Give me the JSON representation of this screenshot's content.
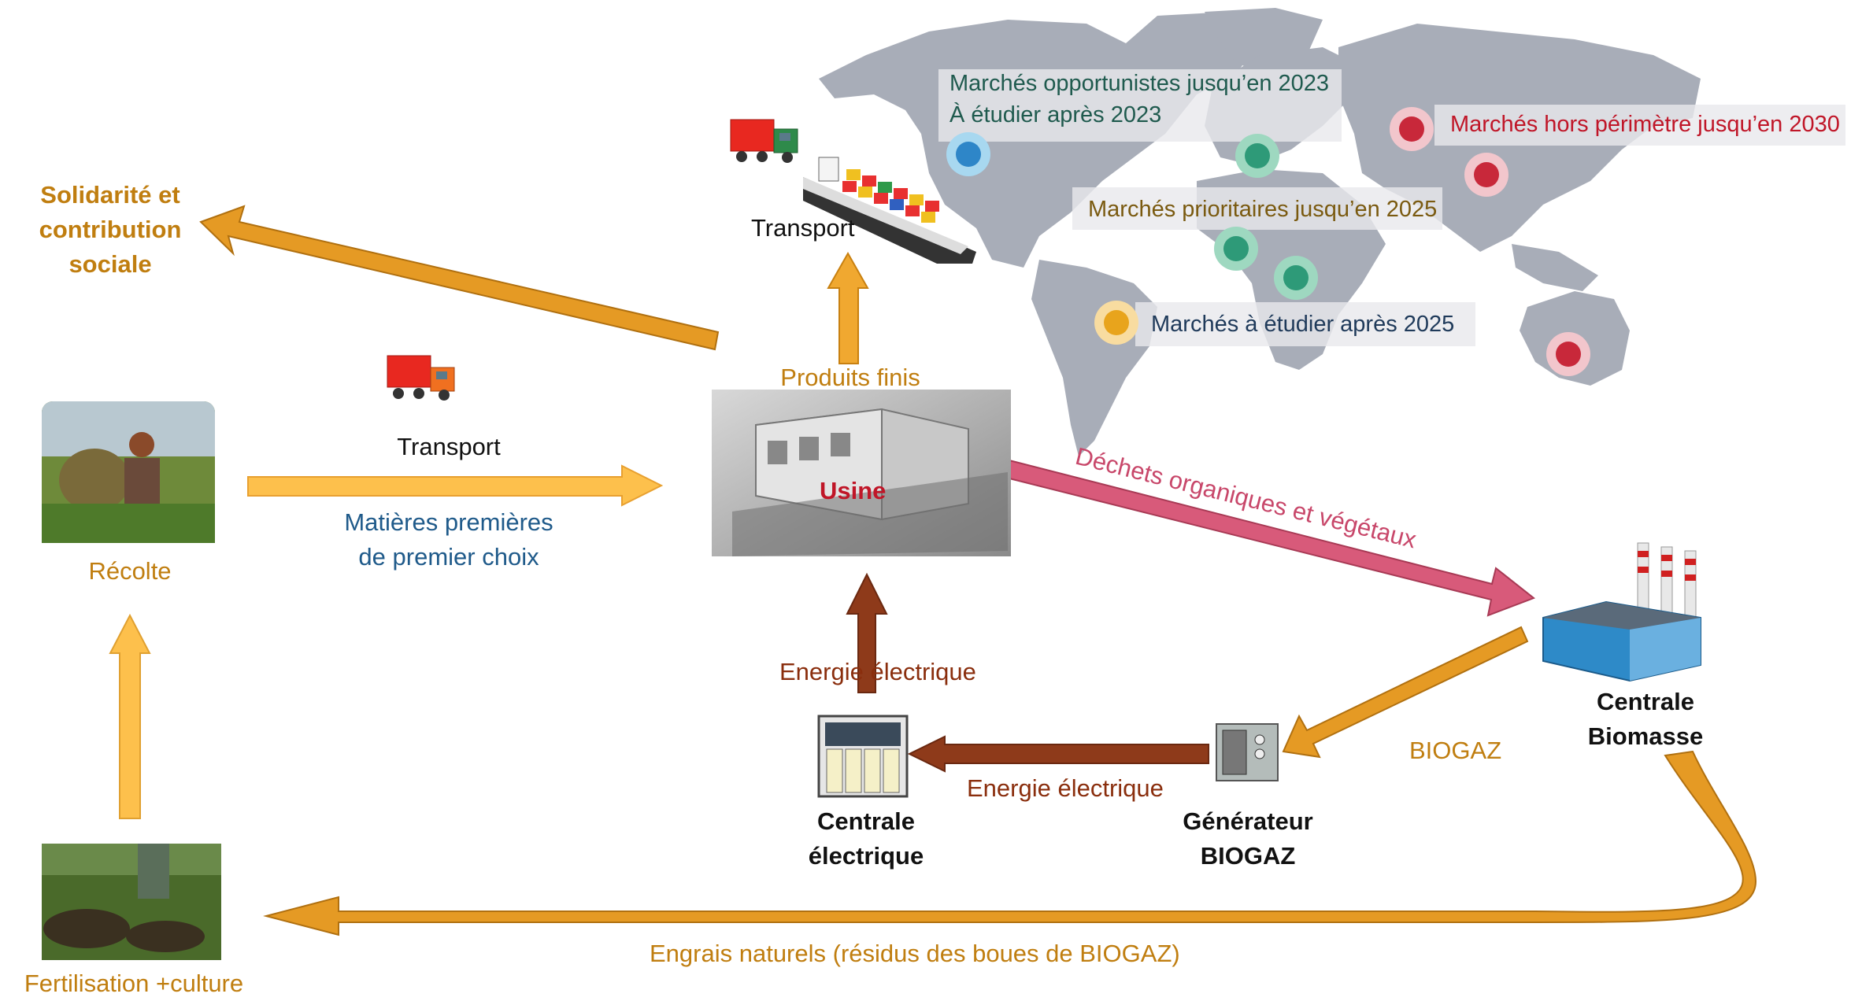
{
  "colors": {
    "gold_arrow": "#E59A24",
    "yellow_arrow": "#FDC04C",
    "brown_arrow": "#8E3A1A",
    "pink_arrow": "#D85A7A",
    "gold_text": "#C07E10",
    "blue_text": "#1F5A8A",
    "brown_text": "#8A2E0D",
    "red_text": "#C01628",
    "green_text": "#1F5A4E",
    "map_gray": "#A8ADB8",
    "marker_blue": "#2E86C8",
    "marker_green": "#2E9A78",
    "marker_orange": "#E8A41C",
    "marker_red": "#C8283A"
  },
  "labels": {
    "social": [
      "Solidarité et",
      "contribution",
      "sociale"
    ],
    "recolte": "Récolte",
    "fertilisation": "Fertilisation +culture",
    "transport_truck": "Transport",
    "matieres": [
      "Matières premières",
      "de premier choix"
    ],
    "produits_finis": "Produits finis",
    "transport_ship": "Transport",
    "usine": "Usine",
    "dechets": "Déchets organiques et végétaux",
    "energie_up": "Energie électrique",
    "energie_left": "Energie électrique",
    "biogaz": "BIOGAZ",
    "centrale_biomasse": [
      "Centrale",
      "Biomasse"
    ],
    "generateur": [
      "Générateur",
      "BIOGAZ"
    ],
    "centrale_electrique": [
      "Centrale",
      "électrique"
    ],
    "engrais": "Engrais naturels (résidus des boues de BIOGAZ)"
  },
  "markets": {
    "opportunistes": [
      "Marchés opportunistes jusqu’en 2023",
      "À étudier après 2023"
    ],
    "hors_perimetre": "Marchés hors périmètre jusqu’en 2030",
    "prioritaires": "Marchés prioritaires jusqu’en 2025",
    "a_etudier": "Marchés à étudier après 2025"
  },
  "icons": [
    "harvest-photo",
    "cultivation-photo",
    "truck-icon",
    "cargo-ship-icon",
    "factory-photo",
    "biomass-plant-icon",
    "biogas-generator-icon",
    "power-station-icon",
    "world-map",
    "market-marker-icon"
  ]
}
